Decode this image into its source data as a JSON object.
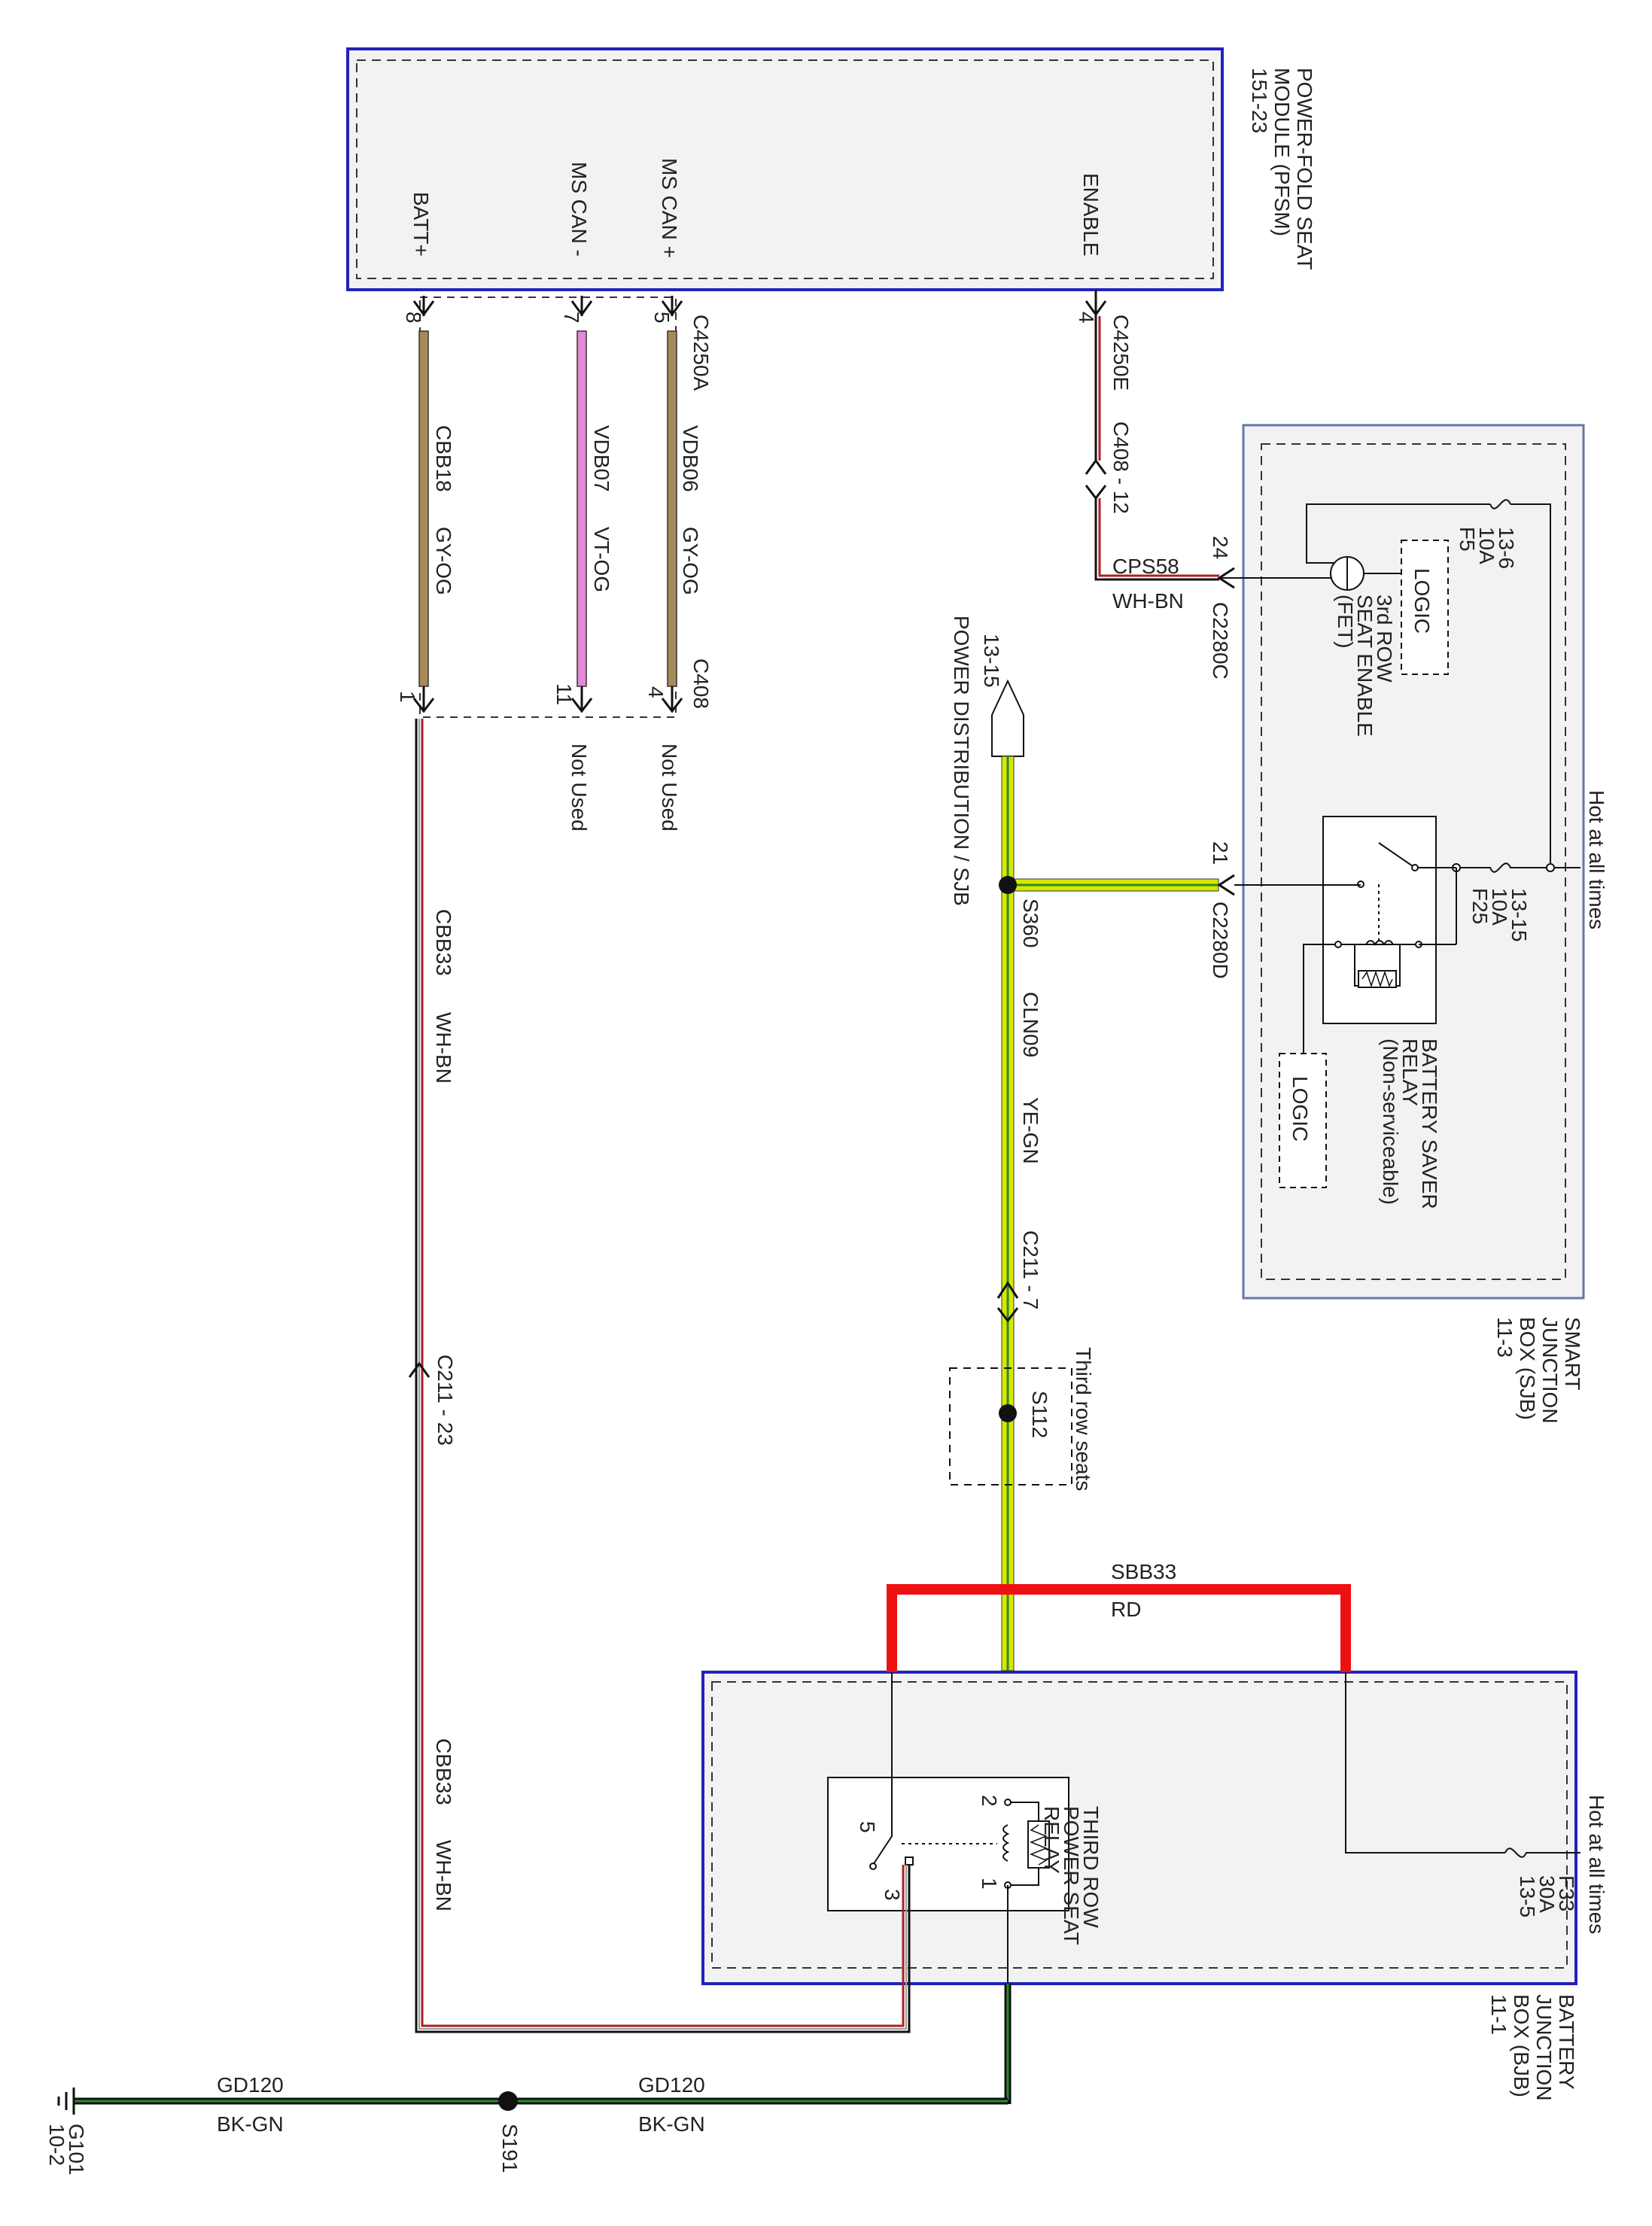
{
  "colors": {
    "module_border": "#2222bb",
    "box_border": "#6677aa",
    "box_fill": "#f2f2f2",
    "wire_tan": "#a8895a",
    "wire_pink": "#e58ad7",
    "wire_red": "#ee1111",
    "wire_dark_red": "#aa2222",
    "wire_yellow": "#d8e800",
    "wire_green": "#2b8a2b",
    "wire_black": "#111111",
    "wire_gray": "#999999"
  },
  "modules": {
    "pfsm": {
      "name_lines": [
        "POWER-FOLD SEAT",
        "MODULE (PFSM)",
        "151-23"
      ],
      "pins": {
        "batt": "BATT+",
        "can_minus": "MS CAN -",
        "can_plus": "MS CAN +",
        "enable": "ENABLE"
      }
    },
    "sjb": {
      "name_lines": [
        "SMART",
        "JUNCTION",
        "BOX (SJB)",
        "11-3"
      ],
      "hot_label": "Hot at all times",
      "fuse_f5": [
        "F5",
        "10A",
        "13-6"
      ],
      "fuse_f25": [
        "F25",
        "10A",
        "13-15"
      ],
      "logic_upper": "LOGIC",
      "logic_lower": "LOGIC",
      "fet_lines": [
        "3rd ROW",
        "SEAT ENABLE",
        "(FET)"
      ],
      "relay_lines": [
        "BATTERY SAVER",
        "RELAY",
        "(Non-serviceable)"
      ]
    },
    "bjb": {
      "name_lines": [
        "BATTERY",
        "JUNCTION",
        "BOX (BJB)",
        "11-1"
      ],
      "hot_label": "Hot at all times",
      "fuse_f33": [
        "F33",
        "30A",
        "13-5"
      ],
      "relay_lines": [
        "THIRD ROW",
        "POWER SEAT",
        "RELAY"
      ],
      "relay_pins": [
        "1",
        "2",
        "3",
        "5"
      ]
    }
  },
  "connectors": {
    "c4250a": "C4250A",
    "c4250e": "C4250E",
    "c408_top": "C408",
    "c408_12": "C408  -  12",
    "c2280c": "C2280C",
    "c2280d": "C2280D",
    "c211_7": "C211  -  7",
    "c211_23": "C211  -  23",
    "pin_8": "8",
    "pin_7": "7",
    "pin_5": "5",
    "pin_4_top": "4",
    "pin_1": "1",
    "pin_11": "11",
    "pin_4_bottom": "4",
    "pin_24": "24",
    "pin_21": "21"
  },
  "circuits": {
    "cbb18": {
      "id": "CBB18",
      "color": "GY-OG"
    },
    "vdb07": {
      "id": "VDB07",
      "color": "VT-OG"
    },
    "vdb06": {
      "id": "VDB06",
      "color": "GY-OG"
    },
    "cps58": {
      "id": "CPS58",
      "color": "WH-BN"
    },
    "cbb33_upper": {
      "id": "CBB33",
      "color": "WH-BN"
    },
    "cbb33_lower": {
      "id": "CBB33",
      "color": "WH-BN"
    },
    "cln09": {
      "id": "CLN09",
      "color": "YE-GN"
    },
    "sbb33": {
      "id": "SBB33",
      "color": "RD"
    },
    "gd120_right": {
      "id": "GD120",
      "color": "BK-GN"
    },
    "gd120_left": {
      "id": "GD120",
      "color": "BK-GN"
    }
  },
  "labels": {
    "not_used_1": "Not Used",
    "not_used_2": "Not Used",
    "power_dist": "POWER DISTRIBUTION / SJB",
    "power_dist_ref": "13-15",
    "splice_s360": "S360",
    "splice_s112": "S112",
    "third_row_seats": "Third row seats",
    "splice_s191": "S191",
    "ground_g101": "G101",
    "ground_ref": "10-2"
  }
}
